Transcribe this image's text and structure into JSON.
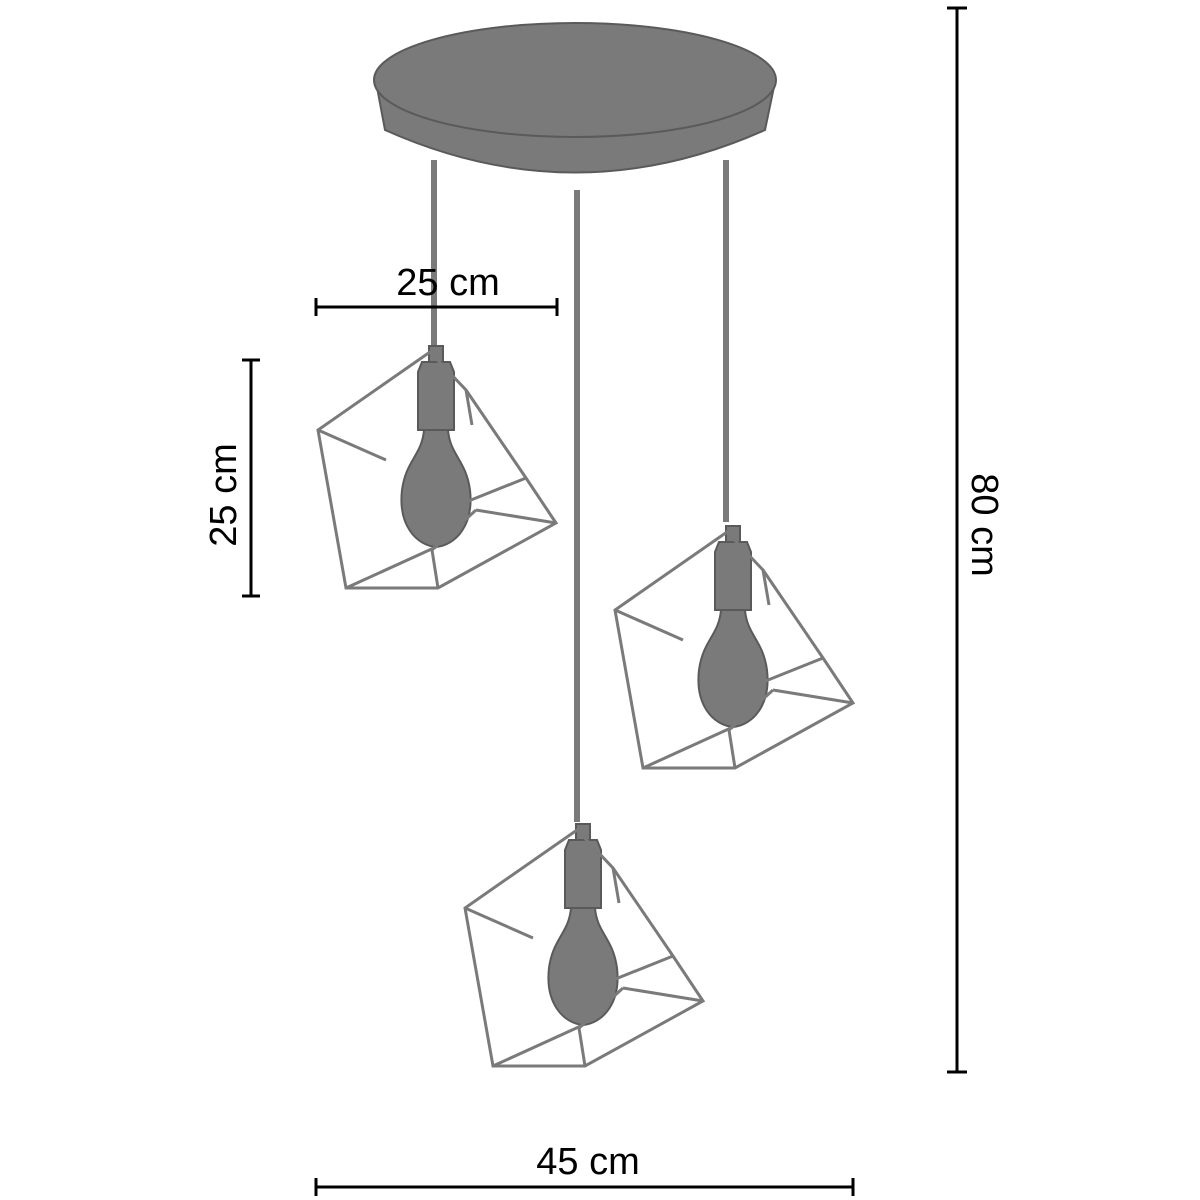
{
  "dimensions": {
    "shade_width": "25 cm",
    "shade_height": "25 cm",
    "total_height": "80 cm",
    "total_width": "45 cm"
  },
  "colors": {
    "fixture": "#7a7a7a",
    "dimension_lines": "#000000",
    "background": "#ffffff"
  },
  "pendants": [
    {
      "name": "pendant-upper-left"
    },
    {
      "name": "pendant-right"
    },
    {
      "name": "pendant-bottom"
    }
  ]
}
